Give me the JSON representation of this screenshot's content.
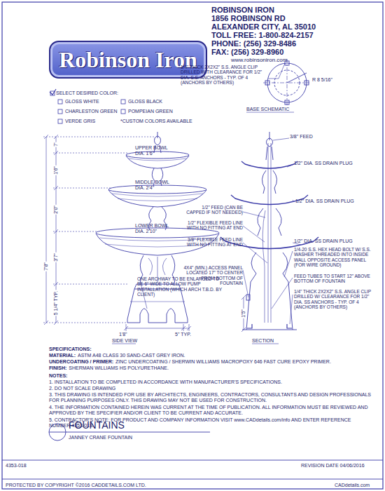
{
  "diagram": {
    "title": "FOUNTAINS",
    "nodes": [
      {
        "text": [
          "Robinson Iron"
        ]
      }
    ],
    "labels": [
      "ROBINSON IRON",
      "1856 ROBINSON RD",
      "ALEXANDER CITY, AL 35010",
      "TOLL FREE: 1-800-824-2157",
      "PHONE: (256) 329-8486",
      "FAX: (256) 329-8960",
      "www.robinsoniron.com",
      "SELECT DESIRED COLOR:",
      "GLOSS WHITE",
      "GLOSS BLACK",
      "CHARLESTON GREEN",
      "POMPEIAN GREEN",
      "VERDE GRIS",
      "*CUSTOM COLORS AVAILABLE",
      "1/4\" THICK 2X2X2\" S.S. ANGLE CLIP DRILLED WITH CLEARANCE FOR 1/2\" DIA. S.S. ANCHORS - TYP. OF 4 (ANCHORS BY OTHERS)",
      "R 8 5/16\"",
      "BASE SCHEMATIC",
      "UPPER BOWL DIA. 1'6\"",
      "MIDDLE BOWL DIA. 2'4\"",
      "LOWER BOWL DIA. 2'10\"",
      "7'",
      "1'6\"",
      "2'0\"",
      "7'8\"",
      "3'7\"",
      "5 1/4\" TYP.",
      "5\" TYP.",
      "1'8\"",
      "SIDE VIEW",
      "ONE ARCHWAY TO BE ENLARGED TO BE 6\" WIDE TO ALLOW PUMP INSTALLATION (WHICH ARCH T.B.D. BY CLIENT)",
      "3/8\" FEED",
      "1/2\" DIA. SS DRAIN PLUG",
      "1/2\" DIA. SS DRAIN PLUG",
      "1/2\" DIA. SS DRAIN PLUG",
      "1/2\" FEED (CAN BE CAPPED IF NOT NEEDED)",
      "1/2\" FLEXIBLE FEED LINE WITH NO FITTING AT END",
      "3/8\" FLEXIBLE FEED LINE WITH NO FITTING AT END",
      "1/4-20 S.S. HEX HEAD BOLT W/ S.S. WASHER THREADED INTO INSIDE WALL OPPOSITE ACCESS PANEL (FOR WIRE GROUND)",
      "4X4\" (MIN.) ACCESS PANEL LOCATED 17\" TO CENTER FROM BOTTOM OF FOUNTAIN",
      "1'5\"",
      "FEED TUBES TO START 12\" ABOVE BOTTOM OF FOUNTAIN",
      "1/4\" THICK 2X2X2\" S.S. ANGLE CLIP DRILLED W/ CLEARANCE FOR 1/2\" DIA. SS ANCHORS - TYP. OF 4 (ANCHORS BY OTHERS)",
      "SECTION",
      "SPECIFICATIONS:",
      "MATERIAL:",
      "ASTM A48 CLASS 30 SAND-CAST GREY IRON.",
      "UNDERCOATING / PRIMER:",
      "ZINC UNDERCOATING / SHERWIN WILLIAMS MACROPOXY 646 FAST CURE EPOXY PRIMER.",
      "FINISH:",
      "SHERMAN WILLIAMS HS POLYURETHANE.",
      "NOTES:",
      "1. INSTALLATION TO BE COMPLETED IN ACCORDANCE WITH MANUFACTURER'S SPECIFICATIONS.",
      "2. DO NOT SCALE DRAWING",
      "3. THIS DRAWING IS INTENDED FOR USE BY ARCHITECTS, ENGINEERS, CONTRACTORS, CONSULTANTS AND DESIGN PROFESSIONALS FOR PLANNING PURPOSES ONLY. THIS DRAWING MAY NOT BE USED FOR CONSTRUCTION.",
      "4. THE INFORMATION CONTAINED HEREIN WAS CURRENT AT THE TIME OF PUBLICATION. ALL INFORMATION MUST BE REVIEWED AND APPROVED BY THE SPECIFIER AND/OR CLIENT TO BE CURRENT AND ACCURATE.",
      "5. CONTRACTOR'S NOTE: FOR PRODUCT AND COMPANY INFORMATION VISIT www.CADdetails.com/info AND ENTER REFERENCE NUMBER 4353-018.",
      "JANNEY CRANE FOUNTAIN",
      "4353-018",
      "REVISION DATE 04/06/2016",
      "PROTECTED BY COPYRIGHT ©2016 CADDETAILS.COM LTD.",
      "CADdetails.com"
    ]
  }
}
